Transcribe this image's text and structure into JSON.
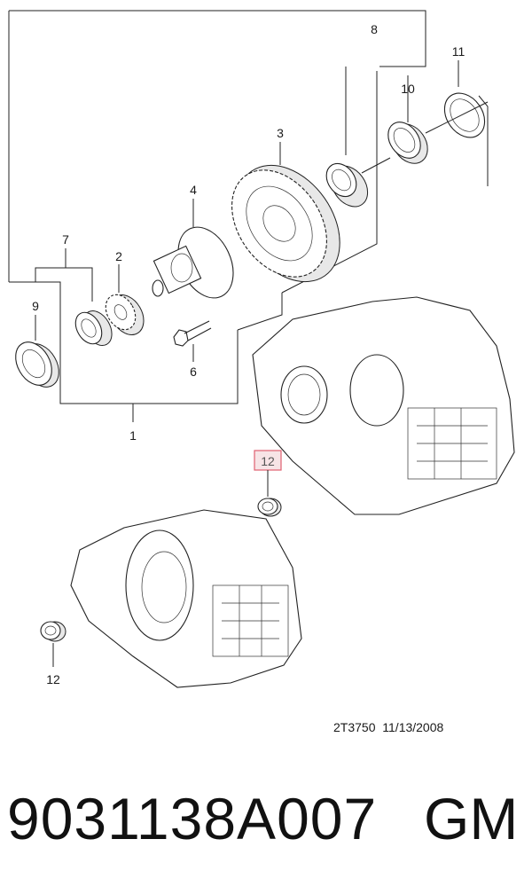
{
  "callouts": {
    "c1": "1",
    "c2": "2",
    "c3": "3",
    "c4": "4",
    "c6": "6",
    "c7": "7",
    "c8": "8",
    "c9": "9",
    "c10": "10",
    "c11": "11",
    "c12a": "12",
    "c12b": "12"
  },
  "footer": {
    "code": "2T3750",
    "date": "11/13/2008"
  },
  "part_number": "9031138A007",
  "brand": "GM",
  "colors": {
    "highlight_box": "#e06070",
    "line": "#222222"
  }
}
